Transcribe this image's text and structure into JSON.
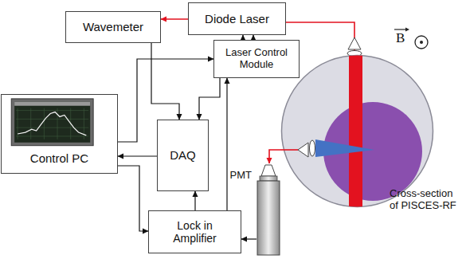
{
  "diagram": {
    "nodes": [
      {
        "text": [
          "Wavemeter"
        ]
      },
      {
        "text": [
          "Diode Laser"
        ]
      },
      {
        "text": [
          "Laser Control Module"
        ]
      },
      {
        "text": [
          "Control PC"
        ]
      },
      {
        "text": [
          "DAQ"
        ]
      },
      {
        "text": [
          "PMT"
        ]
      },
      {
        "text": [
          "Cross-section of PISCES-RF"
        ]
      },
      {
        "text": [
          "Lock in Amplifier"
        ]
      }
    ],
    "edges": [
      {
        "from": 1,
        "to": 0,
        "arrow": "to"
      },
      {
        "from": 2,
        "to": 1,
        "arrow": "to"
      },
      {
        "from": 2,
        "to": 1,
        "arrow": "to"
      },
      {
        "from": 3,
        "to": 2,
        "arrow": "to"
      },
      {
        "from": 0,
        "to": 4,
        "arrow": "to"
      },
      {
        "from": 2,
        "to": 4,
        "arrow": "to"
      },
      {
        "from": 4,
        "to": 3,
        "arrow": "to"
      },
      {
        "from": 3,
        "to": 7,
        "arrow": "to"
      },
      {
        "from": 7,
        "to": 4,
        "arrow": "to"
      },
      {
        "from": 7,
        "to": 2,
        "arrow": "to"
      },
      {
        "from": 5,
        "to": 7,
        "arrow": "to"
      },
      {
        "from": 1,
        "to": 6,
        "arrow": "none"
      },
      {
        "from": 6,
        "to": 5,
        "arrow": "to"
      }
    ],
    "labels": [
      "B"
    ]
  }
}
